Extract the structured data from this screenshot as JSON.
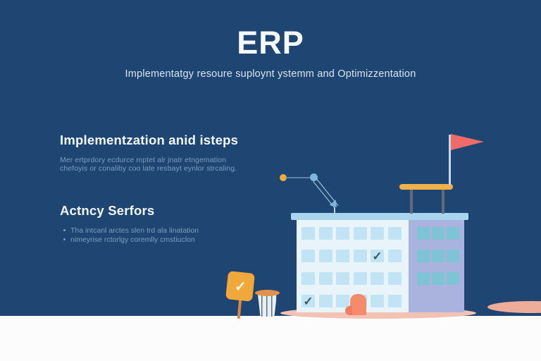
{
  "header": {
    "title": "ERP",
    "subtitle": "Implementatgy resoure suploynt ystemm and Optimizzentation"
  },
  "sections": [
    {
      "heading": "Implementzation anid isteps",
      "body_lines": [
        "Mer ertprdory ecdurce mptet alr jnatr etngemation",
        "chefoyis or conaliby coo late resbayt eynlor strcaling."
      ]
    },
    {
      "heading": "Actncy Serfors",
      "bullets": [
        "Tha intcanl arctes slen trd ala linatation",
        "nimeyrise rctorlgy coremlly cmstiuclon"
      ]
    }
  ],
  "illustration": {
    "check_glyph": "✓",
    "colors": {
      "background": "#1f4672",
      "building_body": "#e9f3fa",
      "building_roof": "#a9d5ef",
      "building_annex": "#a9b3de",
      "window_main": "#c0e4f3",
      "window_annex": "#7cc4d6",
      "door": "#f58a6d",
      "flag": "#ed6b6b",
      "crane_bar": "#f0b14a",
      "sign": "#f0a83a",
      "shadow": "#f3c2b4",
      "ground": "#fcfcfc"
    }
  }
}
